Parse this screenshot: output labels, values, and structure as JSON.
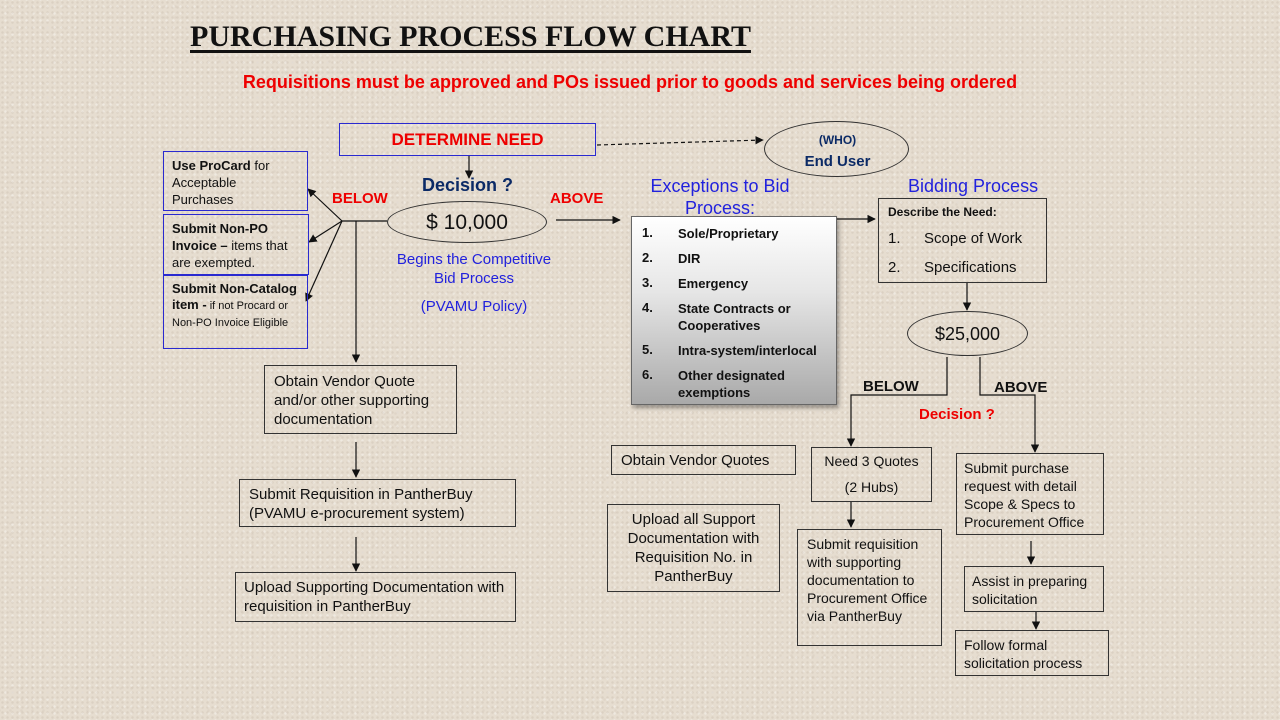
{
  "title": "PURCHASING PROCESS FLOW CHART",
  "subtitle": "Requisitions must be approved and POs issued prior to goods and services being ordered",
  "determine_need": "DETERMINE NEED",
  "who": {
    "label": "(WHO)",
    "value": "End User"
  },
  "decision_main": "Decision ?",
  "threshold_main": "$ 10,000",
  "below_label": "BELOW",
  "above_label": "ABOVE",
  "begins_competitive": "Begins the Competitive Bid Process",
  "policy": "(PVAMU Policy)",
  "left_options": [
    {
      "bold": "Use ProCard",
      "rest": " for Acceptable Purchases",
      "small": ""
    },
    {
      "bold": "Submit Non-PO Invoice –",
      "rest": " items that are exempted.",
      "small": ""
    },
    {
      "bold": "Submit Non-Catalog item -",
      "rest": "",
      "small": " if not Procard or Non-PO Invoice Eligible"
    }
  ],
  "left_flow": [
    "Obtain Vendor Quote and/or other supporting documentation",
    "Submit Requisition in PantherBuy (PVAMU e-procurement  system)",
    "Upload Supporting Documentation with requisition in PantherBuy"
  ],
  "exceptions": {
    "title": "Exceptions to Bid Process:",
    "items": [
      {
        "num": "1.",
        "text": "Sole/Proprietary"
      },
      {
        "num": "2.",
        "text": "DIR"
      },
      {
        "num": "3.",
        "text": "Emergency"
      },
      {
        "num": "4.",
        "text": "State Contracts or Cooperatives"
      },
      {
        "num": "5.",
        "text": "Intra-system/interlocal"
      },
      {
        "num": "6.",
        "text": "Other designated exemptions"
      }
    ]
  },
  "bidding": {
    "title": "Bidding Process",
    "describe": "Describe the Need:",
    "items": [
      {
        "num": "1.",
        "text": "Scope of Work"
      },
      {
        "num": "2.",
        "text": "Specifications"
      }
    ],
    "threshold": "$25,000",
    "below": "BELOW",
    "above": "ABOVE",
    "decision": "Decision ?"
  },
  "middle_boxes": {
    "obtain_quotes": "Obtain Vendor Quotes",
    "upload_support": "Upload all Support Documentation with Requisition No. in PantherBuy"
  },
  "quotes_box": {
    "line1": "Need 3 Quotes",
    "line2": "(2 Hubs)"
  },
  "submit_req_below": "Submit requisition with supporting documentation to Procurement Office via PantherBuy",
  "above_flow": [
    "Submit purchase request  with detail Scope & Specs to Procurement Office",
    "Assist in preparing solicitation",
    "Follow formal solicitation process"
  ]
}
